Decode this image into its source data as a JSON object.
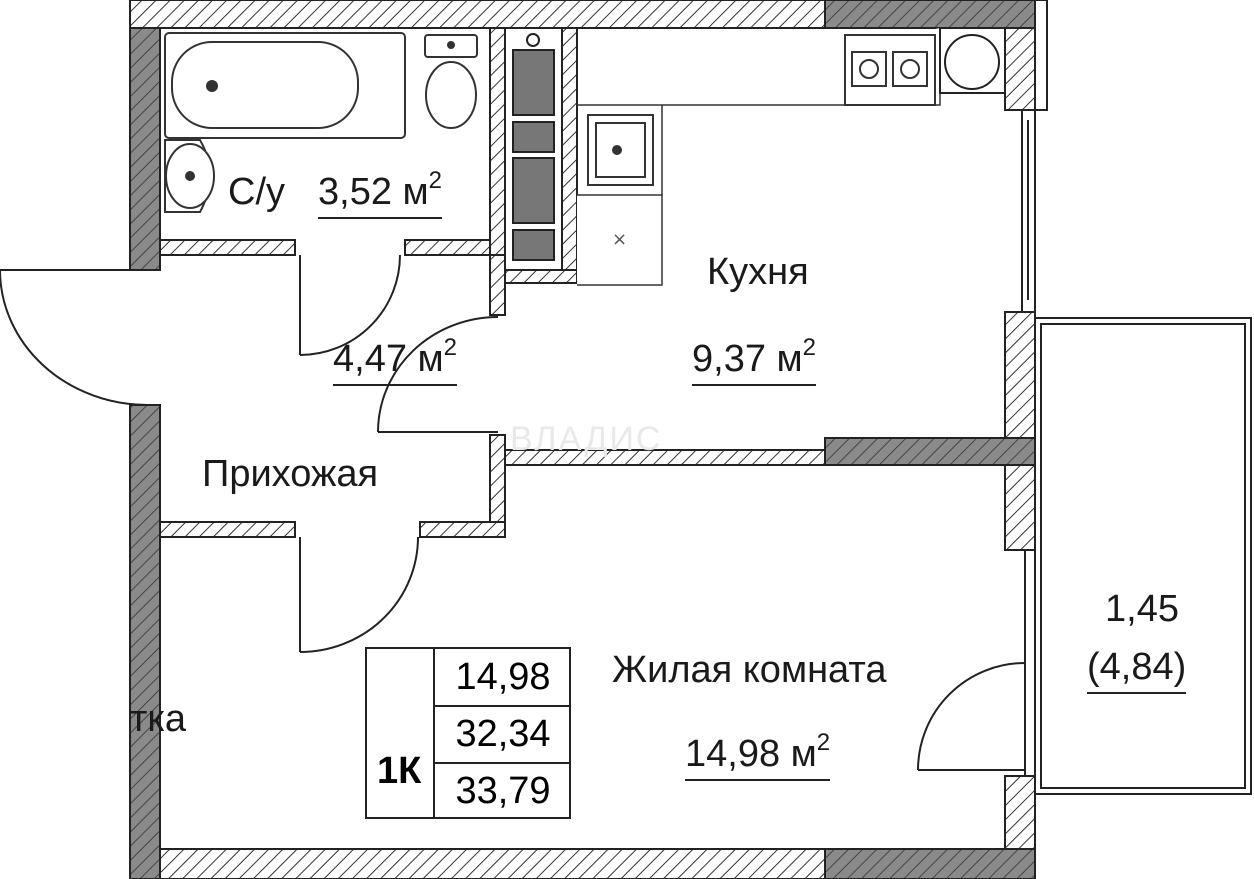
{
  "rooms": {
    "bathroom": {
      "name": "С/у",
      "area": "3,52 м",
      "sup": "2"
    },
    "hall_area": {
      "area": "4,47 м",
      "sup": "2"
    },
    "kitchen": {
      "name": "Кухня",
      "area": "9,37 м",
      "sup": "2"
    },
    "hallway": {
      "name": "Прихожая"
    },
    "living": {
      "name": "Жилая комната",
      "area": "14,98 м",
      "sup": "2"
    },
    "balcony": {
      "area": "1,45",
      "area_full": "(4,84)"
    },
    "cut_label": "тка"
  },
  "summary": {
    "type": "1К",
    "living_area": "14,98",
    "total_area": "32,34",
    "total_with_balcony": "33,79"
  },
  "watermark": "ВЛАДИС",
  "colors": {
    "wall_fill": "#ffffff",
    "wall_dark": "#7a7a7a",
    "line": "#222222",
    "fixture": "#555555"
  }
}
